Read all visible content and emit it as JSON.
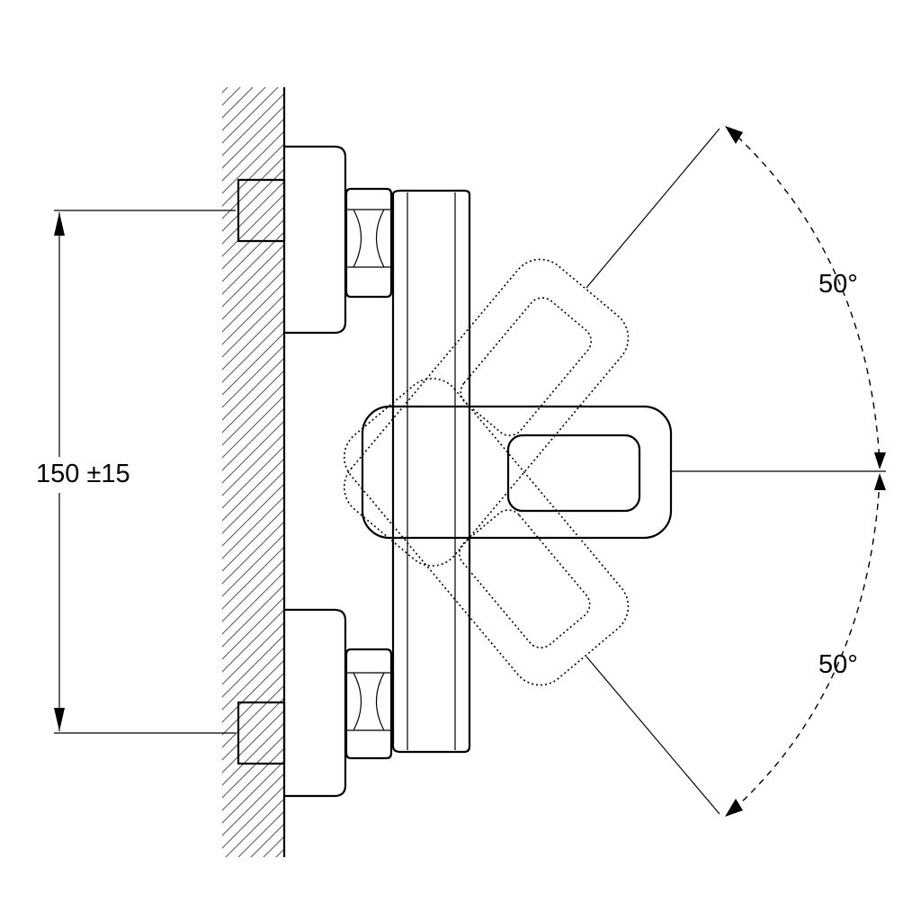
{
  "diagram": {
    "dimension_label": "150 ±15",
    "angle_upper_label": "50°",
    "angle_lower_label": "50°"
  }
}
